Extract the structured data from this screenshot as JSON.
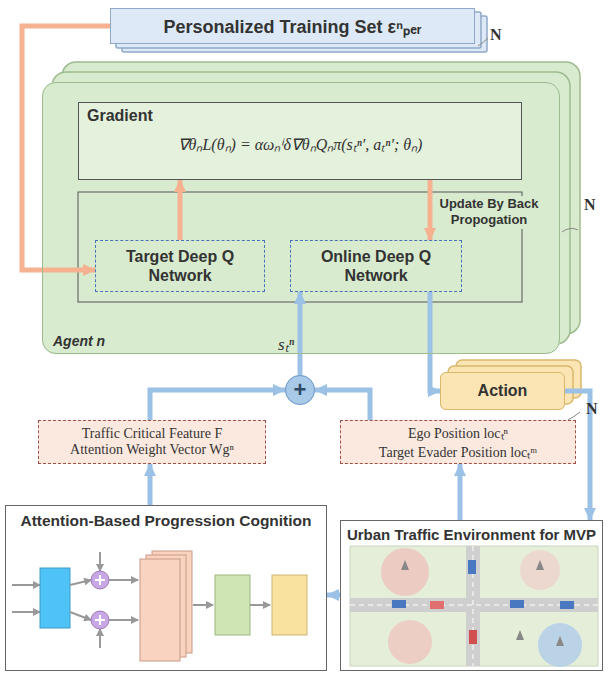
{
  "diagram": {
    "nodes": [
      {
        "text": [
          "Personalized Training Set εⁿₚₑᵣ"
        ]
      },
      {
        "text": [
          "Agent n"
        ]
      },
      {
        "text": [
          "Gradient",
          "∇θₙL(θₙ) = αωₙⁱδ∇θₙQₙπ(sₜⁿ′, aₜⁿ′; θₙ)"
        ],
        "in": 1
      },
      {
        "text": [
          "Target Deep Q Network"
        ],
        "in": 1
      },
      {
        "text": [
          "Online Deep Q Network"
        ],
        "in": 1
      },
      {
        "text": [
          "+"
        ]
      },
      {
        "text": [
          "Action"
        ]
      },
      {
        "text": [
          "Traffic Critical Feature F",
          "Attention Weight Vector Wgⁿ"
        ]
      },
      {
        "text": [
          "Ego Position locₜⁿ",
          "Target Evader Position locₜᵐ"
        ]
      },
      {
        "text": [
          "Attention-Based Progression Cognition"
        ]
      },
      {
        "text": [
          "Urban Traffic Environment for MVP"
        ]
      }
    ],
    "edges": [
      {
        "from": 0,
        "to": 3,
        "arrow": "to"
      },
      {
        "from": 3,
        "to": 2,
        "arrow": "to"
      },
      {
        "from": 2,
        "to": 4,
        "label": "Update By Back Propogation",
        "arrow": "to"
      },
      {
        "from": 5,
        "to": 4,
        "label": "sₜⁿ",
        "arrow": "to"
      },
      {
        "from": 4,
        "to": 6,
        "arrow": "to"
      },
      {
        "from": 6,
        "to": 10,
        "arrow": "to"
      },
      {
        "from": 10,
        "to": 9,
        "arrow": "to"
      },
      {
        "from": 9,
        "to": 7,
        "arrow": "to"
      },
      {
        "from": 10,
        "to": 8,
        "arrow": "to"
      },
      {
        "from": 7,
        "to": 5,
        "arrow": "to"
      },
      {
        "from": 8,
        "to": 5,
        "arrow": "to"
      }
    ],
    "labels": [
      "N",
      "N",
      "N"
    ]
  }
}
